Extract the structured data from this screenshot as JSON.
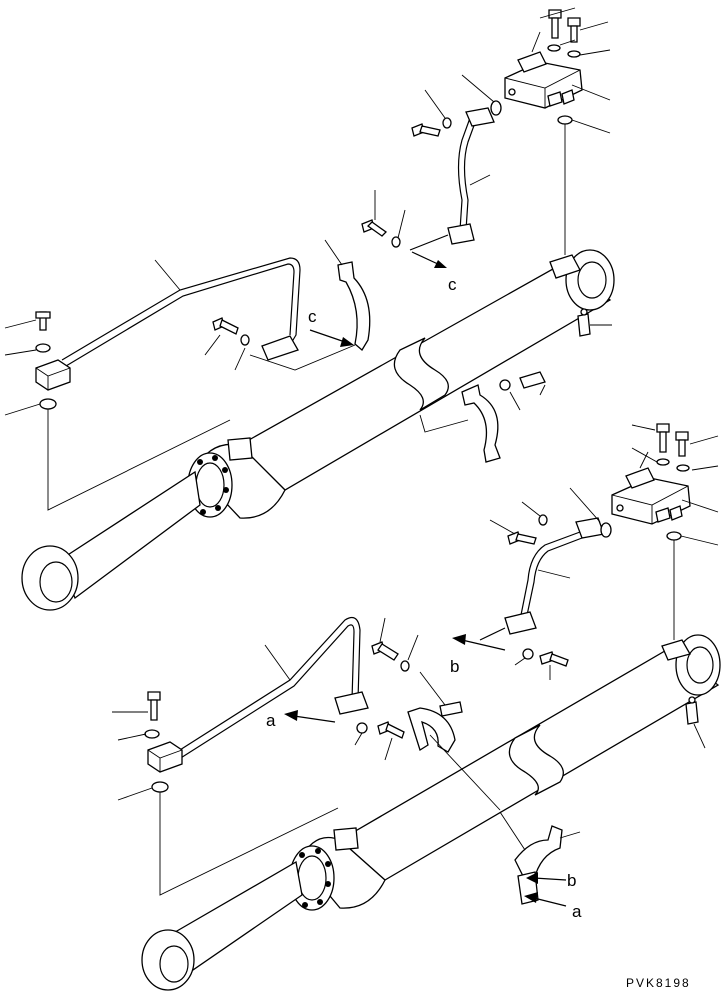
{
  "diagram": {
    "callouts": {
      "c1": "c",
      "c2": "c",
      "a1": "a",
      "a2": "a",
      "b1": "b",
      "b2": "b"
    },
    "drawing_code": "PVK8198"
  }
}
